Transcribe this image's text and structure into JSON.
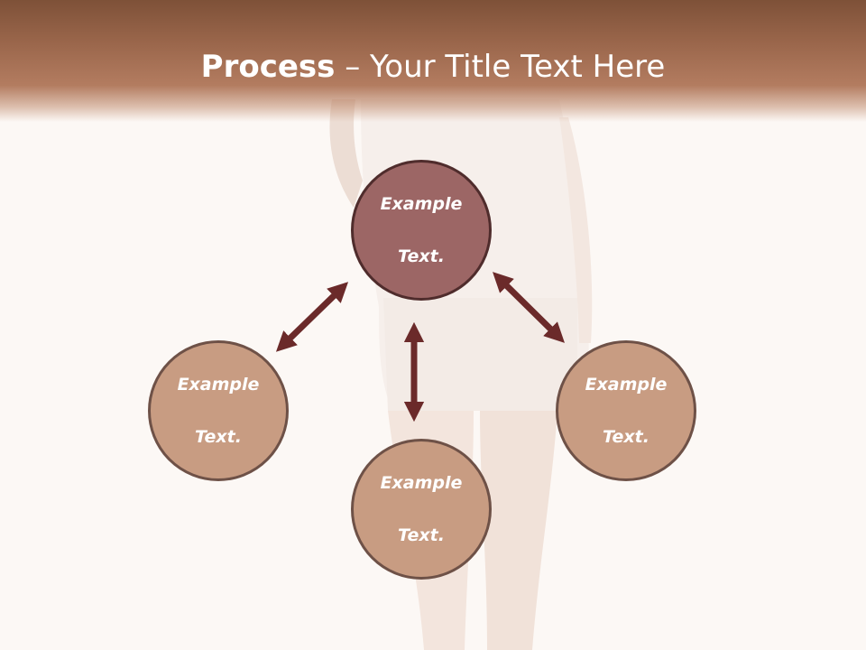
{
  "slide": {
    "title_bold": "Process",
    "title_separator": " – ",
    "title_rest": "Your Title Text Here"
  },
  "nodes": {
    "top": {
      "line1": "Example",
      "line2": "Text."
    },
    "left": {
      "line1": "Example",
      "line2": "Text."
    },
    "right": {
      "line1": "Example",
      "line2": "Text."
    },
    "bottom": {
      "line1": "Example",
      "line2": "Text."
    }
  },
  "colors": {
    "header": "#9a664b",
    "center_node": "#9c6665",
    "outer_node": "#c89c82",
    "arrow": "#6b2a2a"
  }
}
